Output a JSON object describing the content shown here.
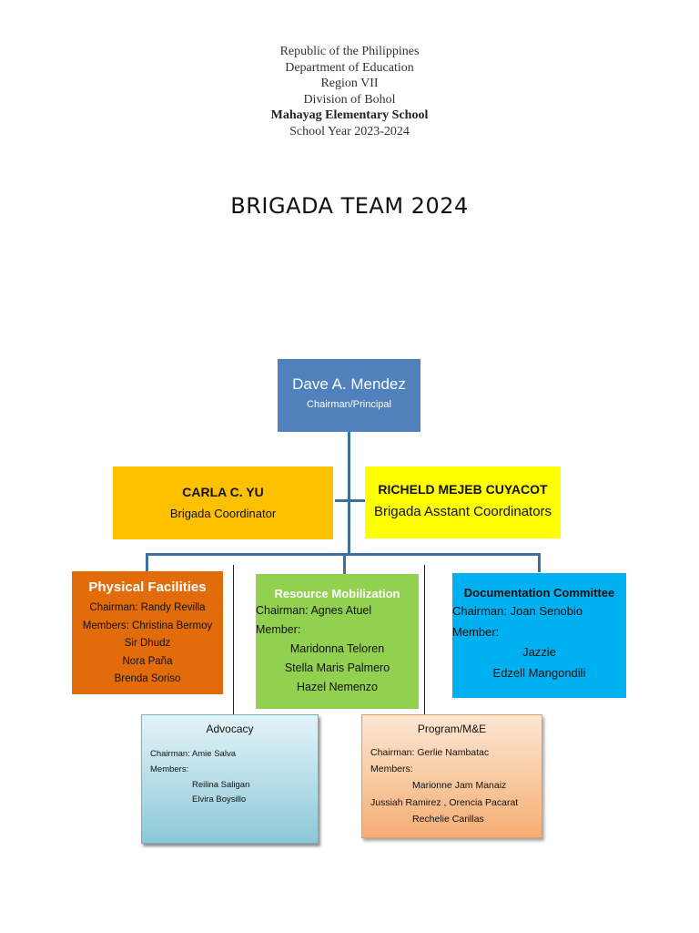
{
  "header": {
    "line1": "Republic of the Philippines",
    "line2": "Department of Education",
    "line3": "Region VII",
    "line4": "Division of Bohol",
    "school": "Mahayag Elementary School",
    "year": "School Year 2023-2024"
  },
  "title": "BRIGADA TEAM 2024",
  "chart": {
    "top": {
      "name": "Dave A. Mendez",
      "role": "Chairman/Principal",
      "color": "#4f81bd"
    },
    "left": {
      "name": "CARLA C. YU",
      "role": "Brigada Coordinator",
      "color": "#ffc000"
    },
    "right": {
      "name": "RICHELD MEJEB CUYACOT",
      "role": "Brigada Asstant Coordinators",
      "color": "#ffff00"
    },
    "physical": {
      "title": "Physical Facilities",
      "chairman": "Chairman: Randy Revilla",
      "members": [
        "Members: Christina Bermoy",
        "Sir Dhudz",
        "Nora Paña",
        "Brenda Soriso"
      ],
      "color": "#e36c0a"
    },
    "resource": {
      "title": "Resource Mobilization",
      "chairman": "Chairman: Agnes Atuel",
      "member_label": "Member:",
      "members": [
        "Maridonna Teloren",
        "Stella Maris Palmero",
        "Hazel Nemenzo"
      ],
      "color": "#92d050"
    },
    "documentation": {
      "title": "Documentation Committee",
      "chairman": "Chairman: Joan Senobio",
      "member_label": "Member:",
      "members": [
        "Jazzie",
        "Edzell Mangondili"
      ],
      "color": "#00b0f0"
    },
    "advocacy": {
      "title": "Advocacy",
      "chairman": "Chairman: Amie Salva",
      "member_label": "Members:",
      "members": [
        "Reilina Saligan",
        "Elvira Boysillo"
      ]
    },
    "program": {
      "title": "Program/M&E",
      "chairman": "Chairman: Gerlie Nambatac",
      "member_label": "Members:",
      "members": [
        "Marionne Jam Manaiz",
        "Jussiah Ramirez , Orencia Pacarat",
        "Rechelie Carillas"
      ]
    }
  }
}
